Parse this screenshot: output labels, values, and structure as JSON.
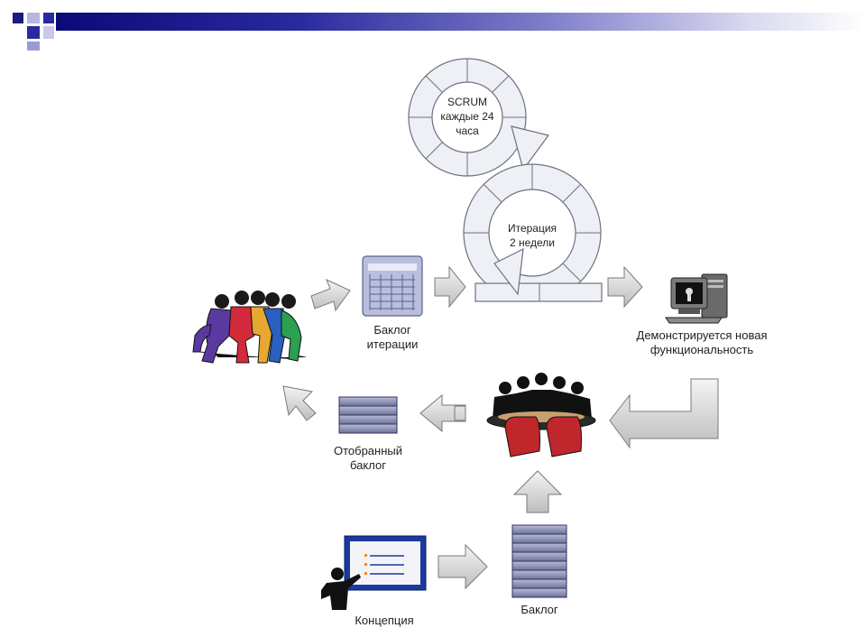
{
  "diagram": {
    "scrum_cycle": {
      "line1": "SCRUM",
      "line2": "каждые 24",
      "line3": "часа"
    },
    "iteration_cycle": {
      "line1": "Итерация",
      "line2": "2 недели"
    },
    "iteration_backlog": {
      "line1": "Баклог",
      "line2": "итерации"
    },
    "demo": {
      "line1": "Демонстрируется новая",
      "line2": "функциональность"
    },
    "selected_backlog": {
      "line1": "Отобранный",
      "line2": "баклог"
    },
    "backlog": {
      "label": "Баклог"
    },
    "concept": {
      "label": "Концепция"
    }
  },
  "colors": {
    "header_dark": "#0a0a7a",
    "header_light": "#7c7cc8",
    "arrow_fill": "#d9d9d9",
    "cycle_fill": "#eef0f6",
    "cycle_stroke": "#6d7180",
    "stack_fill": "#8a8fb8"
  }
}
